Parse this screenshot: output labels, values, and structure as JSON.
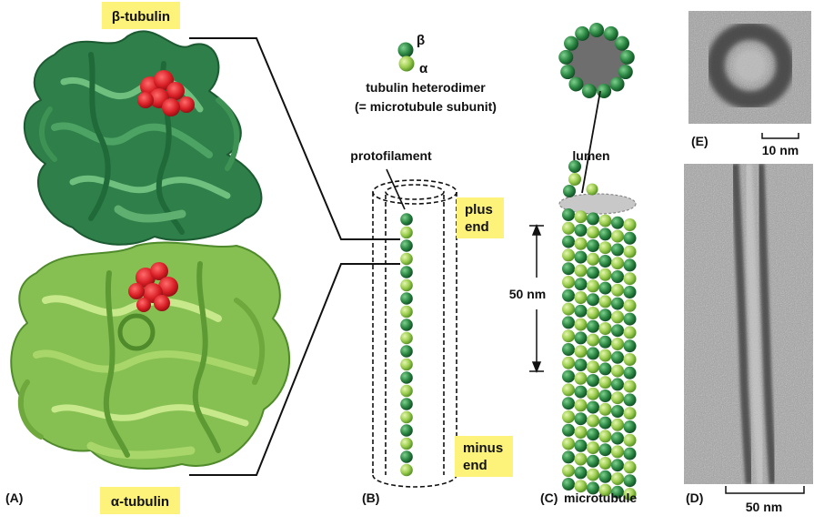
{
  "labels": {
    "beta_tubulin": "β-tubulin",
    "alpha_tubulin": "α-tubulin",
    "panel_a": "(A)",
    "panel_b": "(B)",
    "panel_c": "(C)",
    "panel_d": "(D)",
    "panel_e": "(E)",
    "beta": "β",
    "alpha": "α",
    "heterodimer_line1": "tubulin heterodimer",
    "heterodimer_line2": "(= microtubule subunit)",
    "protofilament": "protofilament",
    "plus": "plus",
    "plus_end": "end",
    "minus": "minus",
    "minus_end": "end",
    "lumen": "lumen",
    "fifty_nm": "50 nm",
    "microtubule": "microtubule",
    "ten_nm_scale": "10 nm",
    "fifty_nm_scale": "50 nm"
  },
  "colors": {
    "beta_dark_green": "#2e7d45",
    "alpha_light_green": "#8cc64a",
    "ligand_red": "#d81f26",
    "highlight_yellow": "#fdf27a",
    "lumen_gray": "#6e6e6e"
  }
}
